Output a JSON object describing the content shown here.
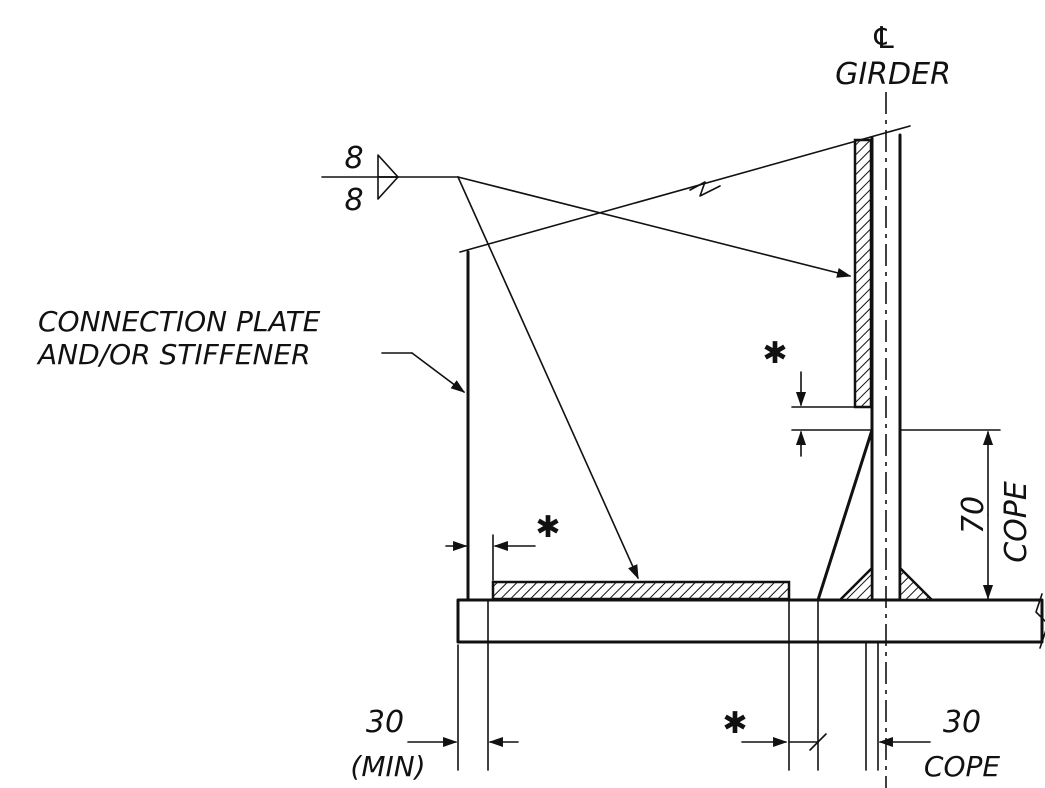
{
  "centerline": {
    "symbol": "℄",
    "label": "GIRDER"
  },
  "weld_symbol": {
    "top_size": "8",
    "bottom_size": "8"
  },
  "callout": {
    "line1": "CONNECTION PLATE",
    "line2": "AND/OR STIFFENER"
  },
  "dimensions": {
    "star": "✱",
    "cope_height": {
      "value": "70",
      "label": "COPE"
    },
    "min_gap": {
      "value": "30",
      "label": "(MIN)"
    },
    "cope_width": {
      "value": "30",
      "label": "COPE"
    }
  }
}
